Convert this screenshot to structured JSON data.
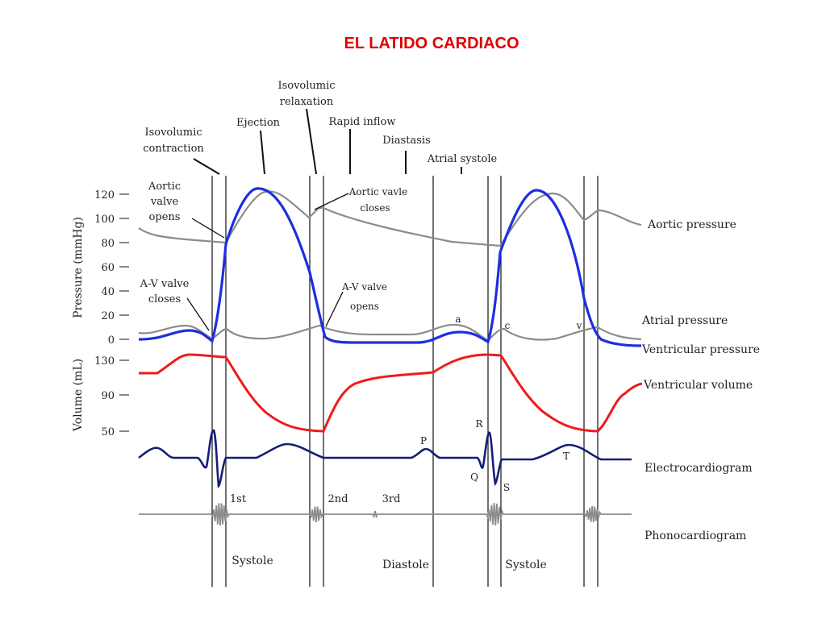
{
  "title": "EL LATIDO CARDIACO",
  "phase_labels": {
    "isovolumic_contraction": [
      "Isovolumic",
      "contraction"
    ],
    "ejection": "Ejection",
    "isovolumic_relaxation": [
      "Isovolumic",
      "relaxation"
    ],
    "rapid_inflow": "Rapid inflow",
    "diastasis": "Diastasis",
    "atrial_systole": "Atrial systole"
  },
  "event_labels": {
    "aortic_valve_opens": [
      "Aortic",
      "valve",
      "opens"
    ],
    "av_valve_closes": [
      "A-V valve",
      "closes"
    ],
    "aortic_valve_closes": [
      "Aortic vavle",
      "closes"
    ],
    "av_valve_opens": [
      "A-V valve",
      "opens"
    ]
  },
  "axes": {
    "pressure_label": "Pressure (mmHg)",
    "pressure_ticks": [
      "120",
      "100",
      "80",
      "60",
      "40",
      "20",
      "0"
    ],
    "volume_label": "Volume (mL)",
    "volume_ticks": [
      "130",
      "90",
      "50"
    ]
  },
  "trace_labels": {
    "aortic_pressure": "Aortic pressure",
    "atrial_pressure": "Atrial pressure",
    "ventricular_pressure": "Ventricular pressure",
    "ventricular_volume": "Ventricular volume",
    "ecg": "Electrocardiogram",
    "phono": "Phonocardiogram"
  },
  "wave_labels": {
    "a": "a",
    "c": "c",
    "v": "v",
    "P": "P",
    "Q": "Q",
    "R": "R",
    "S": "S",
    "T": "T"
  },
  "sound_labels": {
    "first": "1st",
    "second": "2nd",
    "third": "3rd"
  },
  "cycle_labels": {
    "systole_1": "Systole",
    "diastole": "Diastole",
    "systole_2": "Systole"
  },
  "colors": {
    "title": "#e00000",
    "aortic": "#8c8c8c",
    "ventricular_pressure": "#1e2ee0",
    "volume": "#ee1c1c",
    "ecg": "#141e78",
    "phono": "#8c8c8c",
    "lines": "#111111"
  }
}
